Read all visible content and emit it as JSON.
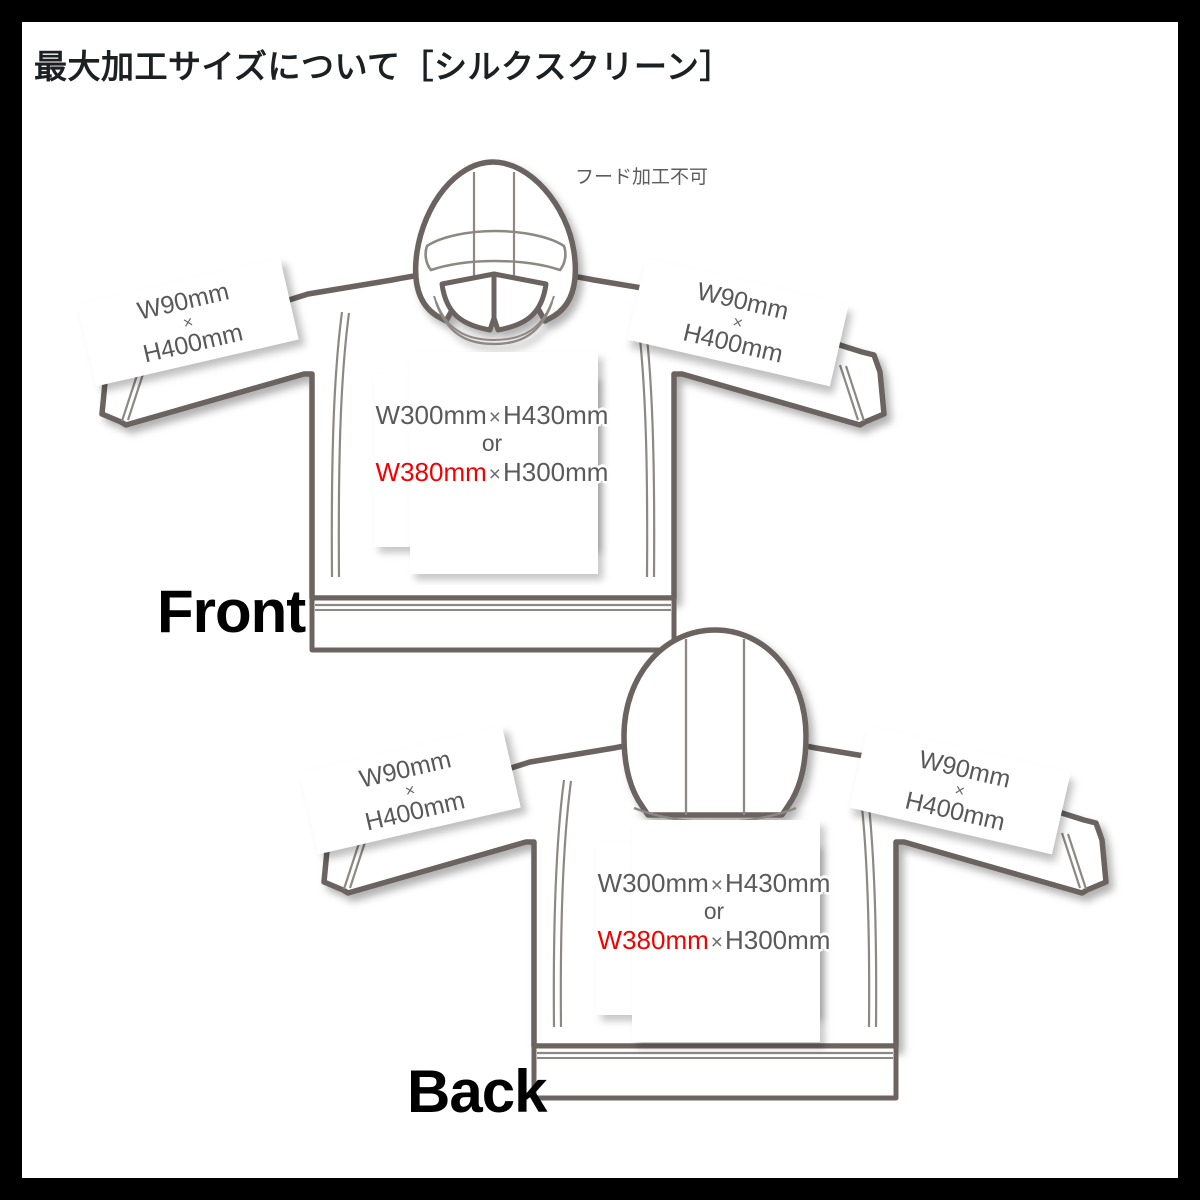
{
  "page": {
    "title": "最大加工サイズについて［シルクスクリーン］",
    "frame_color": "#000000",
    "background_color": "#ffffff",
    "outline_color": "#6b6460",
    "accent_color": "#f40000",
    "text_color": "#5a5a5a"
  },
  "notes": {
    "hood": "フード加工不可"
  },
  "views": [
    {
      "id": "front",
      "caption": "Front",
      "sleeves": [
        {
          "side": "left",
          "w": "W90mm",
          "x": "×",
          "h": "H400mm"
        },
        {
          "side": "right",
          "w": "W90mm",
          "x": "×",
          "h": "H400mm"
        }
      ],
      "body": {
        "line1_w": "W300mm",
        "line1_x": "×",
        "line1_h": "H430mm",
        "or": "or",
        "line2_w": "W380mm",
        "line2_x": "×",
        "line2_h": "H300mm"
      }
    },
    {
      "id": "back",
      "caption": "Back",
      "sleeves": [
        {
          "side": "left",
          "w": "W90mm",
          "x": "×",
          "h": "H400mm"
        },
        {
          "side": "right",
          "w": "W90mm",
          "x": "×",
          "h": "H400mm"
        }
      ],
      "body": {
        "line1_w": "W300mm",
        "line1_x": "×",
        "line1_h": "H430mm",
        "or": "or",
        "line2_w": "W380mm",
        "line2_x": "×",
        "line2_h": "H300mm"
      }
    }
  ]
}
